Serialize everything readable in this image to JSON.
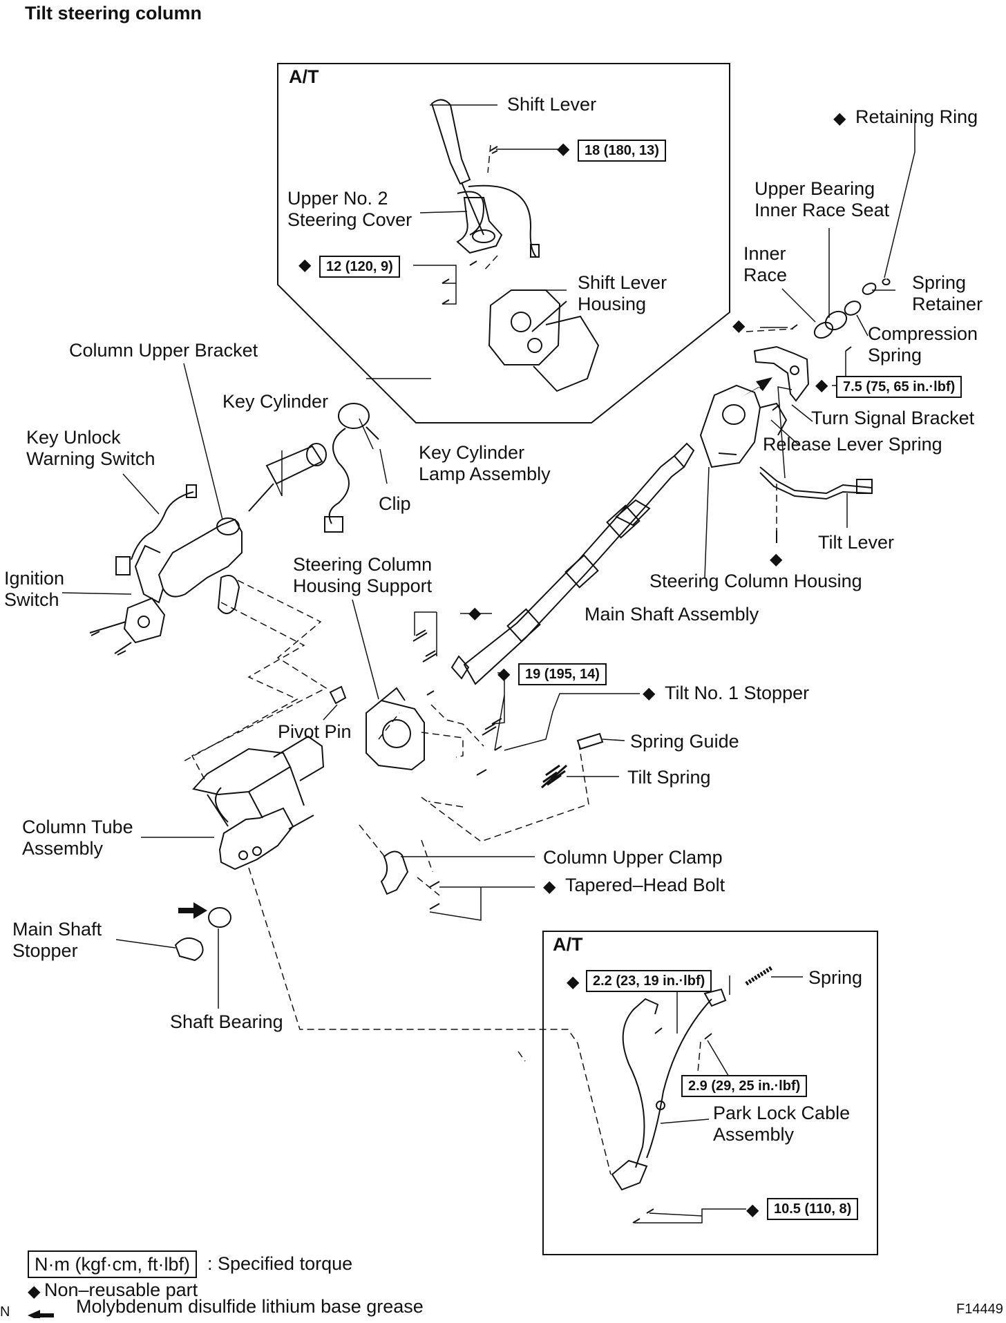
{
  "title": "Tilt steering column",
  "inset_at_label": "A/T",
  "inset_at2_label": "A/T",
  "figure_code": "F14449",
  "corner_letter": "N",
  "labels": {
    "shift_lever": "Shift Lever",
    "upper_no2_cover": "Upper No. 2\nSteering Cover",
    "shift_lever_housing": "Shift Lever\nHousing",
    "retaining_ring": "Retaining Ring",
    "upper_bearing_seat": "Upper Bearing\nInner Race Seat",
    "inner_race": "Inner\nRace",
    "spring_retainer": "Spring\nRetainer",
    "compression_spring": "Compression\nSpring",
    "turn_signal_bracket": "Turn Signal Bracket",
    "release_lever_spring": "Release Lever Spring",
    "tilt_lever": "Tilt Lever",
    "steering_column_housing": "Steering Column Housing",
    "column_upper_bracket": "Column Upper Bracket",
    "key_cylinder": "Key Cylinder",
    "key_unlock_switch": "Key Unlock\nWarning Switch",
    "key_cylinder_lamp": "Key Cylinder\nLamp Assembly",
    "clip": "Clip",
    "ignition_switch": "Ignition\nSwitch",
    "housing_support": "Steering Column\nHousing Support",
    "main_shaft_assembly": "Main Shaft Assembly",
    "tilt_no1_stopper": "Tilt No. 1 Stopper",
    "pivot_pin": "Pivot Pin",
    "spring_guide": "Spring Guide",
    "tilt_spring": "Tilt Spring",
    "column_tube_assembly": "Column Tube\nAssembly",
    "column_upper_clamp": "Column Upper Clamp",
    "tapered_head_bolt": "Tapered–Head Bolt",
    "main_shaft_stopper": "Main Shaft\nStopper",
    "shaft_bearing": "Shaft Bearing",
    "spring": "Spring",
    "park_lock_cable": "Park Lock Cable\nAssembly"
  },
  "torques": {
    "t18": "18 (180, 13)",
    "t12": "12 (120, 9)",
    "t75": "7.5 (75, 65 in.·lbf)",
    "t19": "19 (195, 14)",
    "t22": "2.2 (23, 19 in.·lbf)",
    "t29": "2.9 (29, 25 in.·lbf)",
    "t105": "10.5 (110, 8)"
  },
  "legend": {
    "torque_box": "N·m (kgf·cm, ft·lbf)",
    "torque_text": ": Specified torque",
    "nonreusable": "Non–reusable part",
    "grease": "Molybdenum disulfide lithium base grease"
  }
}
